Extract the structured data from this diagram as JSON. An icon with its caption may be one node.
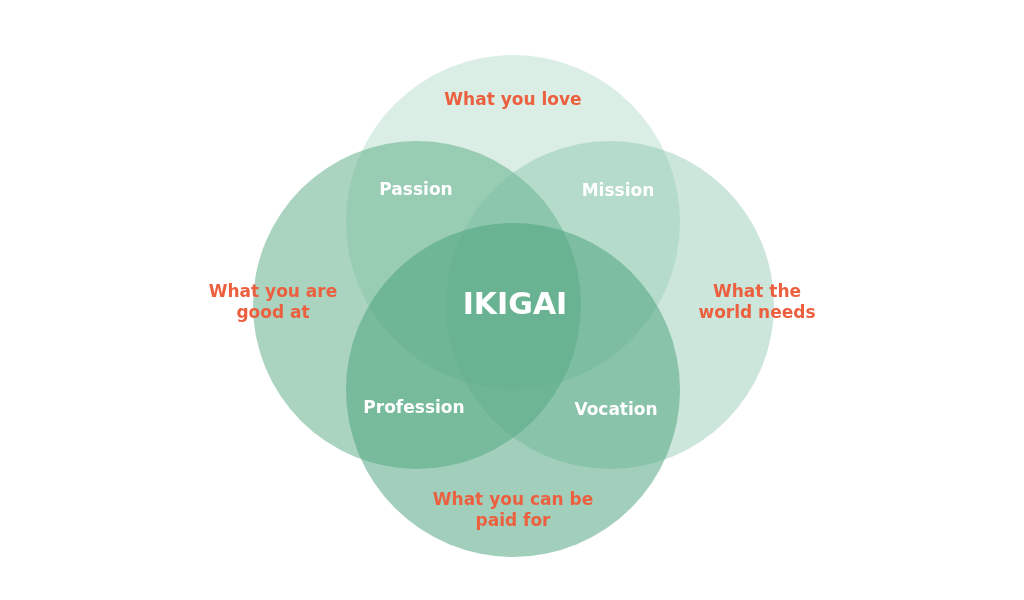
{
  "diagram": {
    "nodes": [
      {
        "text": [
          "What you love"
        ]
      },
      {
        "text": [
          "What you are good at"
        ]
      },
      {
        "text": [
          "What the world needs"
        ]
      },
      {
        "text": [
          "What you can be paid for"
        ]
      }
    ],
    "edges": [],
    "labels": [
      "Passion",
      "Mission",
      "IKIGAI",
      "Profession",
      "Vocation"
    ]
  }
}
